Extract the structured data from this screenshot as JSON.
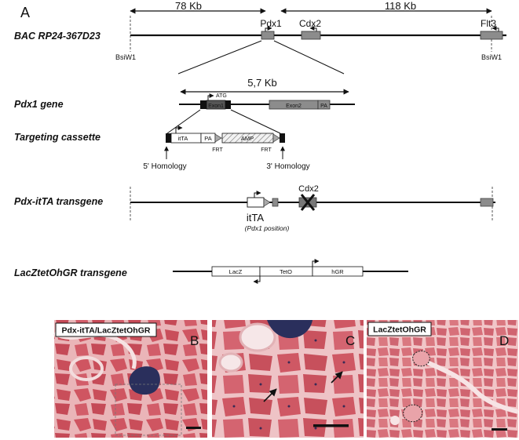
{
  "figure": {
    "panel_a_letter": "A",
    "top_scale": {
      "left": "78 Kb",
      "right": "118 Kb"
    },
    "bac_label": "BAC RP24-367D23",
    "bac_genes": {
      "pdx1": "Pdx1",
      "cdx2": "Cdx2",
      "flt3": "Flt3"
    },
    "bsiw1_left": "BsiW1",
    "bsiw1_right": "BsiW1",
    "zoom_scale": "5,7 Kb",
    "pdx1_gene_label": "Pdx1 gene",
    "atg": "ATG",
    "exon1": "Exon1",
    "exon2": "Exon2",
    "pa": "PA",
    "targeting_label": "Targeting cassette",
    "itta_box": "itTA",
    "pa_box": "PA",
    "amp_box": "AMP",
    "frt_left": "FRT",
    "frt_right": "FRT",
    "homology_5": "5' Homology",
    "homology_3": "3' Homology",
    "pdx_itta_label": "Pdx-itTA transgene",
    "cdx2_itta": "Cdx2",
    "itta_text": "itTA",
    "itta_position": "(Pdx1 position)",
    "lacz_label": "LacZtetOhGR transgene",
    "lacz_box": "LacZ",
    "teto_box": "TetO",
    "hgr_box": "hGR",
    "panel_b_caption": "Pdx-itTA/LacZtetOhGR",
    "panel_b_letter": "B",
    "panel_c_letter": "C",
    "panel_d_caption": "LacZtetOhGR",
    "panel_d_letter": "D"
  },
  "colors": {
    "tissue_background": "#e8a9ae",
    "tissue_dark": "#c8434f",
    "xgal_blue": "#2a2f5c",
    "exon_gray": "#8c8c8c"
  }
}
